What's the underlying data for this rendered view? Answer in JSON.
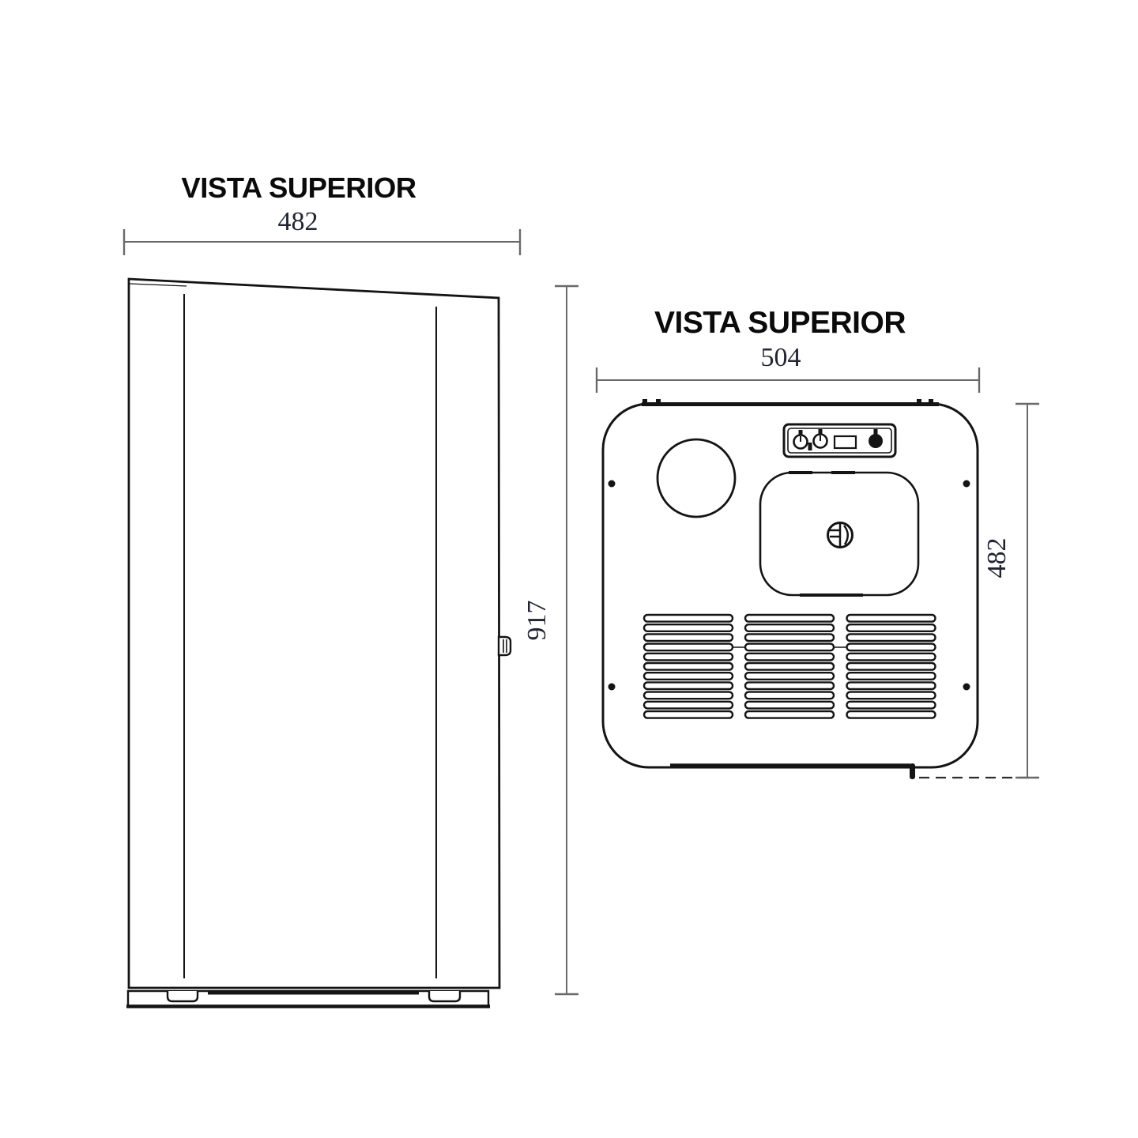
{
  "page": {
    "background": "#ffffff",
    "description": "Technical dimension drawing of a water heater, side view and front panel view"
  },
  "side_view": {
    "title": "VISTA SUPERIOR",
    "width_label": "482",
    "height_label": "917"
  },
  "front_view": {
    "title": "VISTA SUPERIOR",
    "width_label": "504",
    "height_label": "482"
  },
  "colors": {
    "line": "#141414",
    "dimension_line": "#696969",
    "dimension_text": "#232433",
    "title_text": "#0b0b0b",
    "dashed_line": "#2e2e2e"
  }
}
